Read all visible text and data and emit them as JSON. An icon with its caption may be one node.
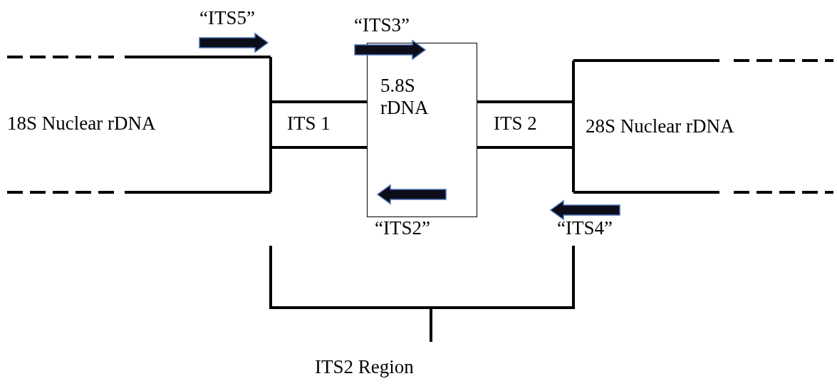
{
  "diagram": {
    "nodes": [
      {
        "text": [
          "18S Nuclear rDNA"
        ]
      },
      {
        "text": [
          "ITS 1"
        ]
      },
      {
        "text": [
          "5.8S rDNA"
        ]
      },
      {
        "text": [
          "ITS 2"
        ]
      },
      {
        "text": [
          "28S Nuclear rDNA"
        ]
      }
    ],
    "labels": [
      "“ITS5”",
      "“ITS3”",
      "“ITS2”",
      "“ITS4”",
      "ITS2 Region"
    ]
  }
}
